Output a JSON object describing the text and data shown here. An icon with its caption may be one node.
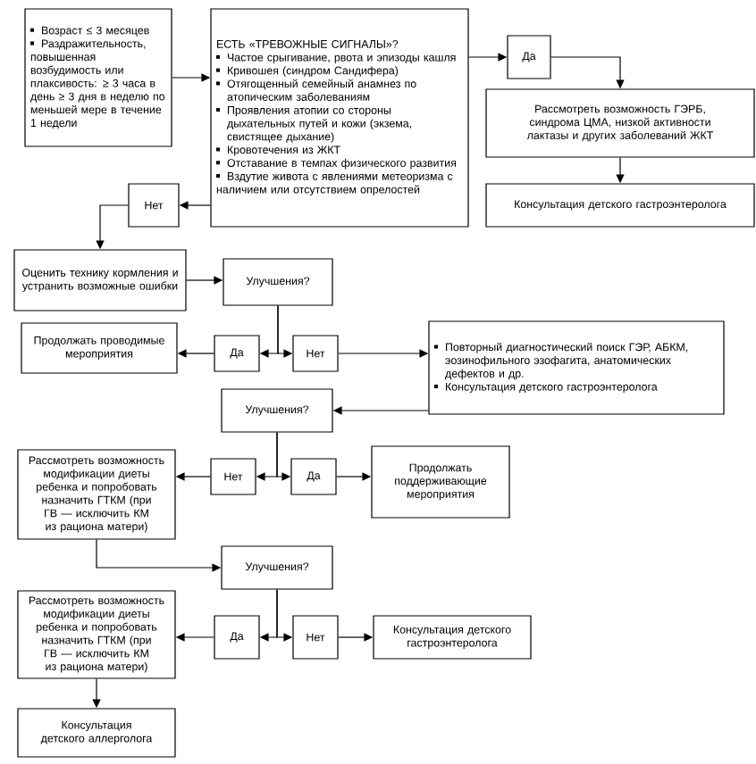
{
  "diagram": {
    "nodes": [
      {
        "text": [
          "Возраст ≤ 3 месяцев",
          "Раздражительность, повышенная возбудимость или плаксивость: ≥ 3 часа в день ≥ 3 дня в неделю по меньшей мере в течение 1 недели"
        ]
      },
      {
        "text": [
          "ЕСТЬ «ТРЕВОЖНЫЕ СИГНАЛЫ»?",
          "Частое срыгивание, рвота и эпизоды кашля",
          "Кривошея (синдром Сандифера)",
          "Отягощенный семейный анамнез по атопическим заболеваниям",
          "Проявления атопии со стороны дыхательных путей и кожи (экзема, свистящее дыхание)",
          "Кровотечения из ЖКТ",
          "Отставание в темпах физического развития",
          "Вздутие живота с явлениями метеоризма с наличием или отсутствием опрелостей"
        ]
      },
      {
        "text": [
          "Да"
        ]
      },
      {
        "text": [
          "Рассмотреть возможность ГЭРБ, синдрома ЦМА, низкой активности лактазы и других заболеваний ЖКТ"
        ]
      },
      {
        "text": [
          "Консультация детского гастроэнтеролога"
        ]
      },
      {
        "text": [
          "Нет"
        ]
      },
      {
        "text": [
          "Оценить технику кормления и устранить возможные ошибки"
        ]
      },
      {
        "text": [
          "Улучшения?"
        ]
      },
      {
        "text": [
          "Продолжать проводимые мероприятия"
        ]
      },
      {
        "text": [
          "Да"
        ]
      },
      {
        "text": [
          "Нет"
        ]
      },
      {
        "text": [
          "Повторный диагностический поиск ГЭР, АБКМ, эозинофильного эзофагита, анатомических дефектов и др.",
          "Консультация детского гастроэнтеролога"
        ]
      },
      {
        "text": [
          "Улучшения?"
        ]
      },
      {
        "text": [
          "Рассмотреть возможность модификации диеты ребенка и попробовать назначить ГТКМ (при ГВ — исключить КМ из рациона матери)"
        ]
      },
      {
        "text": [
          "Нет"
        ]
      },
      {
        "text": [
          "Да"
        ]
      },
      {
        "text": [
          "Продолжать поддерживающие мероприятия"
        ]
      },
      {
        "text": [
          "Улучшения?"
        ]
      },
      {
        "text": [
          "Рассмотреть возможность модификации диеты ребенка и попробовать назначить ГТКМ (при ГВ — исключить КМ из рациона матери)"
        ]
      },
      {
        "text": [
          "Да"
        ]
      },
      {
        "text": [
          "Нет"
        ]
      },
      {
        "text": [
          "Консультация детского гастроэнтеролога"
        ]
      },
      {
        "text": [
          "Консультация детского аллерголога"
        ]
      }
    ],
    "edges": [
      {
        "from": 0,
        "to": 1,
        "arrow": "to"
      },
      {
        "from": 1,
        "to": 2,
        "arrow": "to"
      },
      {
        "from": 2,
        "to": 3,
        "arrow": "to"
      },
      {
        "from": 3,
        "to": 4,
        "arrow": "to"
      },
      {
        "from": 1,
        "to": 5,
        "arrow": "to"
      },
      {
        "from": 5,
        "to": 6,
        "arrow": "to"
      },
      {
        "from": 6,
        "to": 7,
        "arrow": "to"
      },
      {
        "from": 7,
        "to": 9,
        "arrow": "to"
      },
      {
        "from": 7,
        "to": 10,
        "arrow": "to"
      },
      {
        "from": 9,
        "to": 8,
        "arrow": "to"
      },
      {
        "from": 10,
        "to": 11,
        "arrow": "to"
      },
      {
        "from": 11,
        "to": 12,
        "arrow": "to"
      },
      {
        "from": 12,
        "to": 14,
        "arrow": "to"
      },
      {
        "from": 12,
        "to": 15,
        "arrow": "to"
      },
      {
        "from": 14,
        "to": 13,
        "arrow": "to"
      },
      {
        "from": 15,
        "to": 16,
        "arrow": "to"
      },
      {
        "from": 13,
        "to": 17,
        "arrow": "to"
      },
      {
        "from": 17,
        "to": 19,
        "arrow": "to"
      },
      {
        "from": 17,
        "to": 20,
        "arrow": "to"
      },
      {
        "from": 19,
        "to": 18,
        "arrow": "to"
      },
      {
        "from": 20,
        "to": 21,
        "arrow": "to"
      },
      {
        "from": 18,
        "to": 22,
        "arrow": "to"
      }
    ]
  }
}
